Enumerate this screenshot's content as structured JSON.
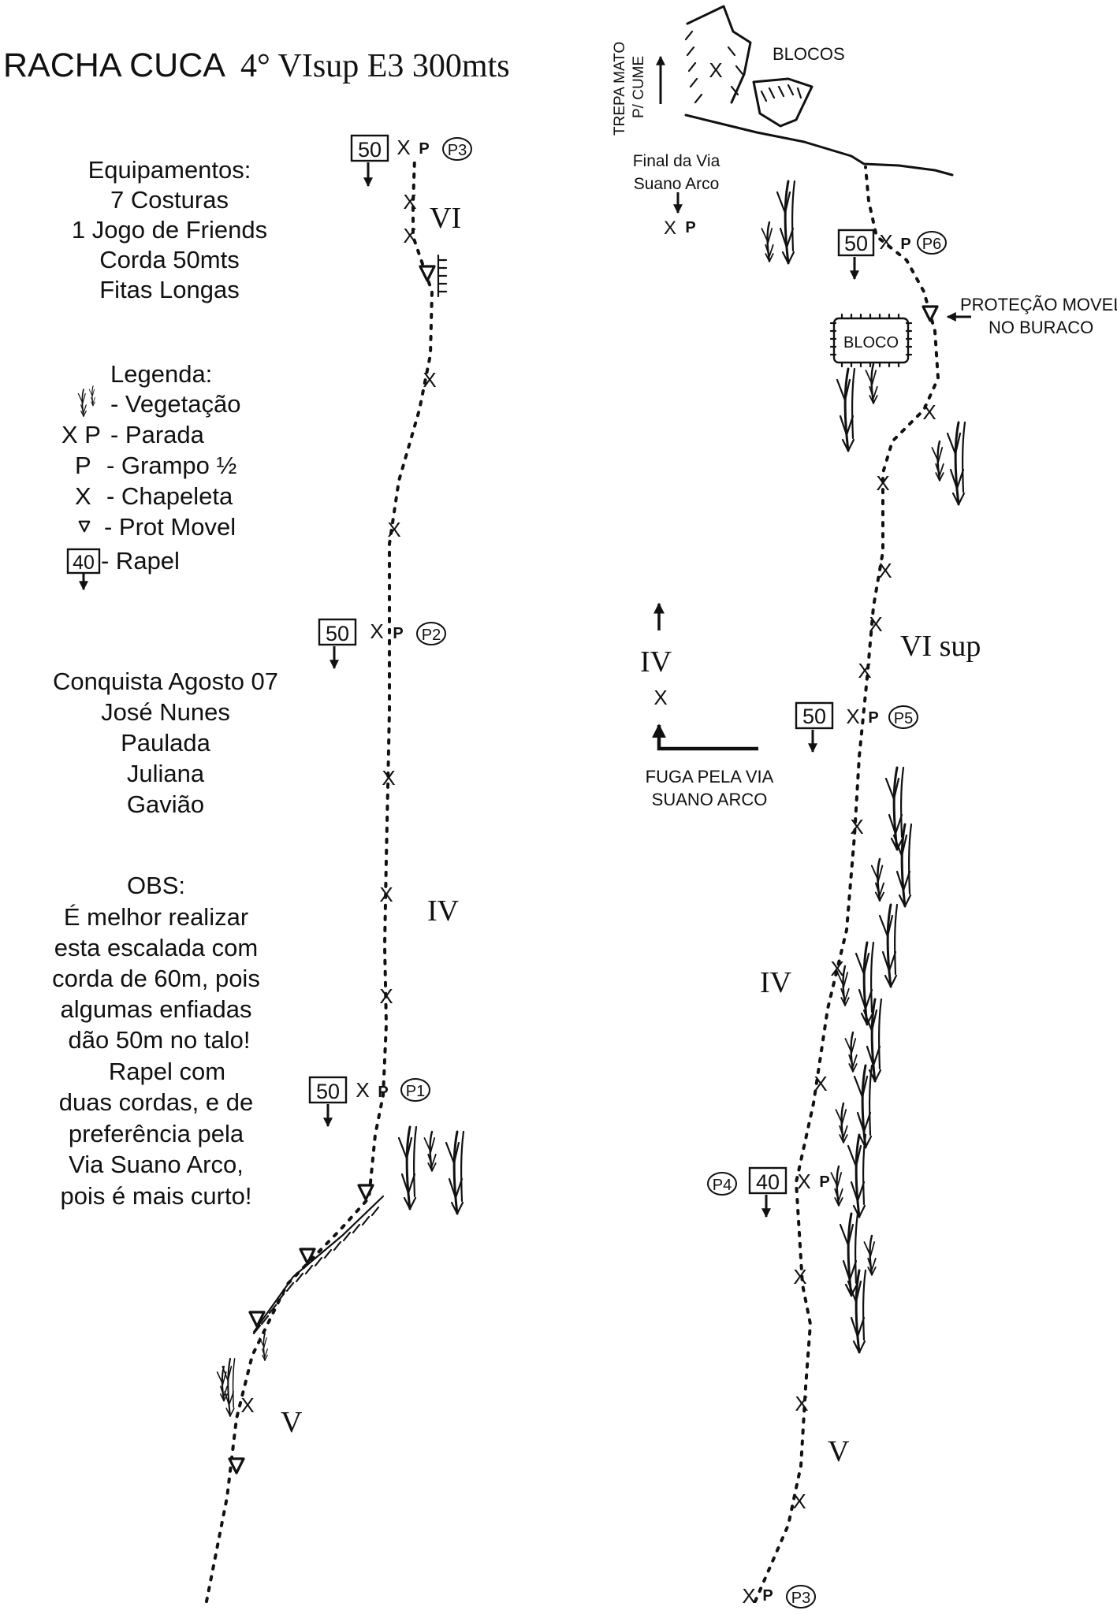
{
  "title": "RACHA CUCA",
  "grade": "4° VIsup E3 300mts",
  "equipment": {
    "heading": "Equipamentos:",
    "items": [
      "7 Costuras",
      "1 Jogo de Friends",
      "Corda 50mts",
      "Fitas Longas"
    ]
  },
  "legend": {
    "heading": "Legenda:",
    "vegetation": "- Vegetação",
    "stop_symbol": "X P",
    "stop": "- Parada",
    "bolt_symbol": "P",
    "bolt": "- Grampo ½",
    "hanger_symbol": "X",
    "hanger": "- Chapeleta",
    "trad": "- Prot Movel",
    "rappel_sample": "40",
    "rappel": "- Rapel"
  },
  "first_ascent": {
    "heading": "Conquista Agosto 07",
    "names": [
      "José Nunes",
      "Paulada",
      "Juliana",
      "Gavião"
    ]
  },
  "notes": {
    "heading": "OBS:",
    "lines": [
      "É melhor realizar",
      "esta escalada com",
      "corda de 60m, pois",
      "algumas enfiadas",
      "dão 50m no talo!",
      "Rapel com",
      "duas cordas, e de",
      "preferência pela",
      "Via Suano Arco,",
      "pois é mais curto!"
    ]
  },
  "marks": {
    "x": "X",
    "p": "P"
  },
  "anchors": {
    "p1": {
      "label": "P1",
      "rappel": "50"
    },
    "p2": {
      "label": "P2",
      "rappel": "50"
    },
    "p3": {
      "label": "P3",
      "rappel": "50"
    },
    "p3_right": {
      "label": "P3"
    },
    "p4": {
      "label": "P4",
      "rappel": "40"
    },
    "p5": {
      "label": "P5",
      "rappel": "50"
    },
    "p6": {
      "label": "P6",
      "rappel": "50"
    }
  },
  "grades": {
    "left_top": "VI",
    "left_mid": "IV",
    "left_bottom": "V",
    "right_top": "VI sup",
    "right_mid": "IV",
    "right_bottom": "V",
    "escape": "IV"
  },
  "annotations": {
    "summit_line1": "TREPA MATO",
    "summit_line2": "P/ CUME",
    "boulders": "BLOCOS",
    "route_end_line1": "Final da Via",
    "route_end_line2": "Suano Arco",
    "boulder": "BLOCO",
    "hole_line1": "PROTEÇÃO MOVEL",
    "hole_line2": "NO BURACO",
    "escape_line1": "FUGA PELA VIA",
    "escape_line2": "SUANO ARCO"
  }
}
